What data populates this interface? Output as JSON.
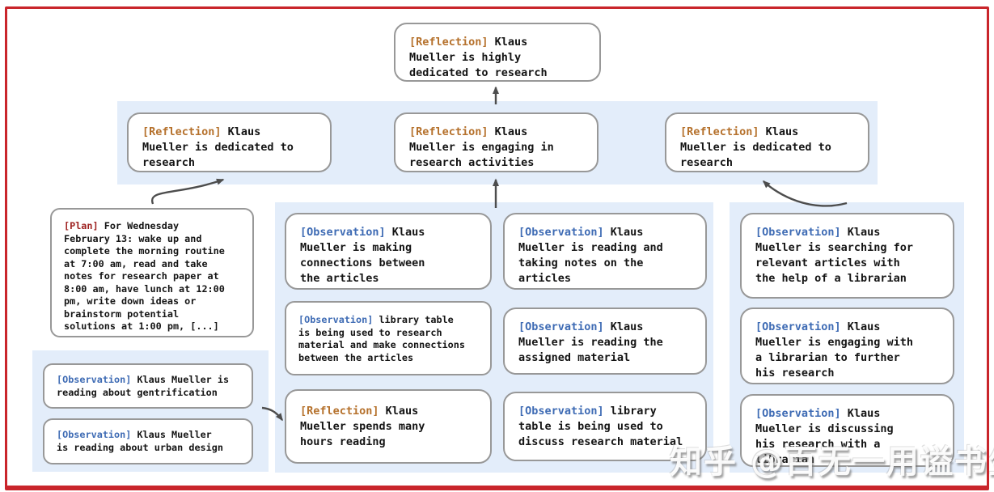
{
  "colors": {
    "frame_red": "#c9252b",
    "band_blue": "#e3edfa",
    "box_border": "#989898",
    "text": "#141414",
    "tag_reflection": "#b5712c",
    "tag_observation": "#3e6bb4",
    "tag_plan": "#9e2120",
    "arrow": "#4d4d4d"
  },
  "nodes": {
    "top": {
      "tag": "[Reflection]",
      "text": " Klaus\nMueller is highly\ndedicated to research"
    },
    "r2_left": {
      "tag": "[Reflection]",
      "text": " Klaus\nMueller is dedicated to\nresearch"
    },
    "r2_mid": {
      "tag": "[Reflection]",
      "text": " Klaus\nMueller is engaging in\nresearch activities"
    },
    "r2_right": {
      "tag": "[Reflection]",
      "text": " Klaus\nMueller is dedicated to\nresearch"
    },
    "plan": {
      "tag": "[Plan]",
      "text": " For Wednesday\nFebruary 13: wake up and\ncomplete the morning routine\nat 7:00 am, read and take\nnotes for research paper at\n8:00 am, have lunch at 12:00\npm, write down ideas or\nbrainstorm potential\nsolutions at 1:00 pm, [...]"
    },
    "obs_gentrification": {
      "tag": "[Observation]",
      "text": " Klaus Mueller is\nreading about gentrification"
    },
    "obs_urban_design": {
      "tag": "[Observation]",
      "text": " Klaus Mueller\nis reading about urban design"
    },
    "mid_connections": {
      "tag": "[Observation]",
      "text": " Klaus\nMueller is making\nconnections between\nthe articles"
    },
    "mid_library_research": {
      "tag": "[Observation]",
      "text": " library table\nis being used to research\nmaterial and make connections\nbetween the articles"
    },
    "mid_hours_reading": {
      "tag": "[Reflection]",
      "text": " Klaus\nMueller spends many\nhours reading"
    },
    "mid2_taking_notes": {
      "tag": "[Observation]",
      "text": " Klaus\nMueller is reading and\ntaking notes on the\narticles"
    },
    "mid2_assigned_material": {
      "tag": "[Observation]",
      "text": " Klaus\nMueller is reading the\nassigned material"
    },
    "mid2_library_discuss": {
      "tag": "[Observation]",
      "text": " library\ntable is being used to\ndiscuss research material"
    },
    "right_searching": {
      "tag": "[Observation]",
      "text": " Klaus\nMueller is searching for\nrelevant articles with\nthe help of a librarian"
    },
    "right_engaging_librarian": {
      "tag": "[Observation]",
      "text": " Klaus\nMueller is engaging with\na librarian to further\nhis research"
    },
    "right_discussing": {
      "tag": "[Observation]",
      "text": " Klaus\nMueller is discussing\nhis research with a\nlibrarian"
    }
  },
  "watermark": {
    "text": "知乎 @百无一用谥书生"
  }
}
